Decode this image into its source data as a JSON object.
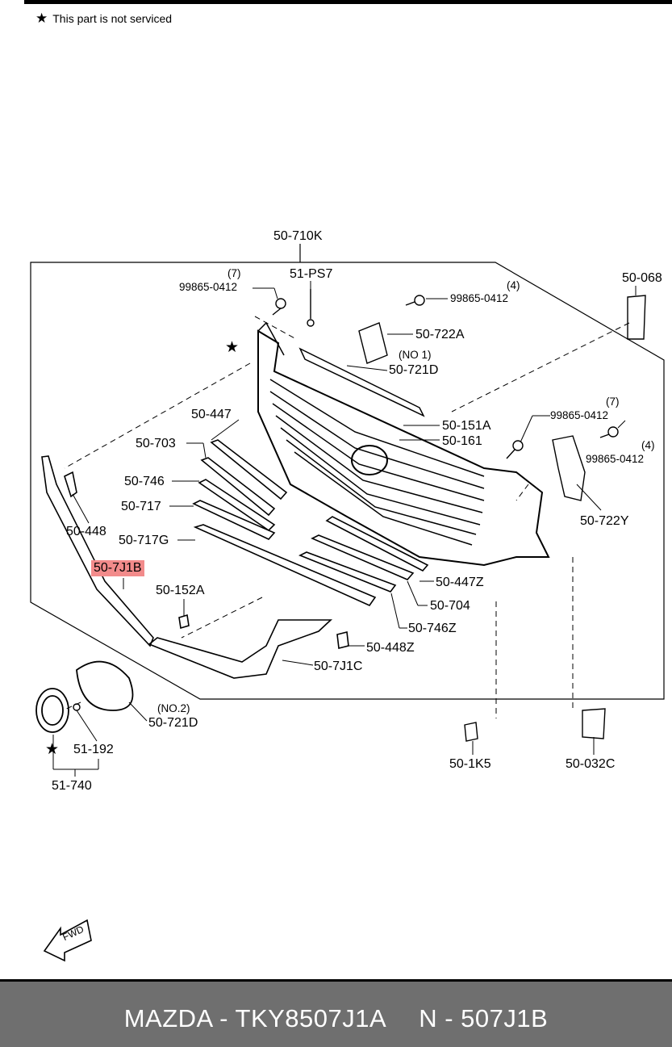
{
  "notice": {
    "text": "This part is not serviced"
  },
  "labels": {
    "l_710K": "50-710K",
    "l_ps7": "51-PS7",
    "l_q7a": "(7)",
    "l_bolt_a": "99865-0412",
    "l_bolt_b": "99865-0412",
    "l_q4a": "(4)",
    "l_068": "50-068",
    "l_722A": "50-722A",
    "l_no1": "(NO 1)",
    "l_721D": "50-721D",
    "l_151A": "50-151A",
    "l_161": "50-161",
    "l_q7b": "(7)",
    "l_bolt_c": "99865-0412",
    "l_q4b": "(4)",
    "l_bolt_d": "99865-0412",
    "l_722Y": "50-722Y",
    "l_447": "50-447",
    "l_703": "50-703",
    "l_746": "50-746",
    "l_717": "50-717",
    "l_717G": "50-717G",
    "l_448": "50-448",
    "l_7J1B": "50-7J1B",
    "l_152A": "50-152A",
    "l_447Z": "50-447Z",
    "l_704": "50-704",
    "l_746Z": "50-746Z",
    "l_448Z": "50-448Z",
    "l_7J1C": "50-7J1C",
    "l_no2": "(NO.2)",
    "l_721D2": "50-721D",
    "l_192": "51-192",
    "l_740": "51-740",
    "l_1K5": "50-1K5",
    "l_032C": "50-032C",
    "fwd": "FWD"
  },
  "colors": {
    "highlight": "#f28b8b",
    "footer_bg": "#6f6f6f"
  },
  "footer": {
    "left": "MAZDA - TKY8507J1A",
    "right": "N - 507J1B"
  }
}
